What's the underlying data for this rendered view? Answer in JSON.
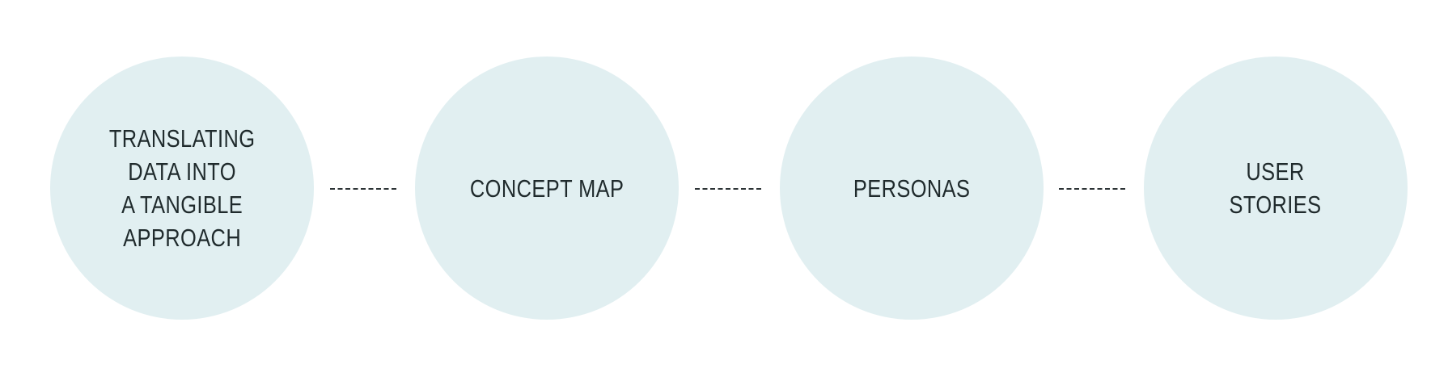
{
  "diagram": {
    "colors": {
      "circle_fill": "#e1eff1",
      "text": "#1f2a2c",
      "connector": "#2c3335"
    },
    "steps": [
      {
        "label": "TRANSLATING\nDATA INTO\nA TANGIBLE\nAPPROACH"
      },
      {
        "label": "CONCEPT MAP"
      },
      {
        "label": "PERSONAS"
      },
      {
        "label": "USER\nSTORIES"
      }
    ]
  }
}
